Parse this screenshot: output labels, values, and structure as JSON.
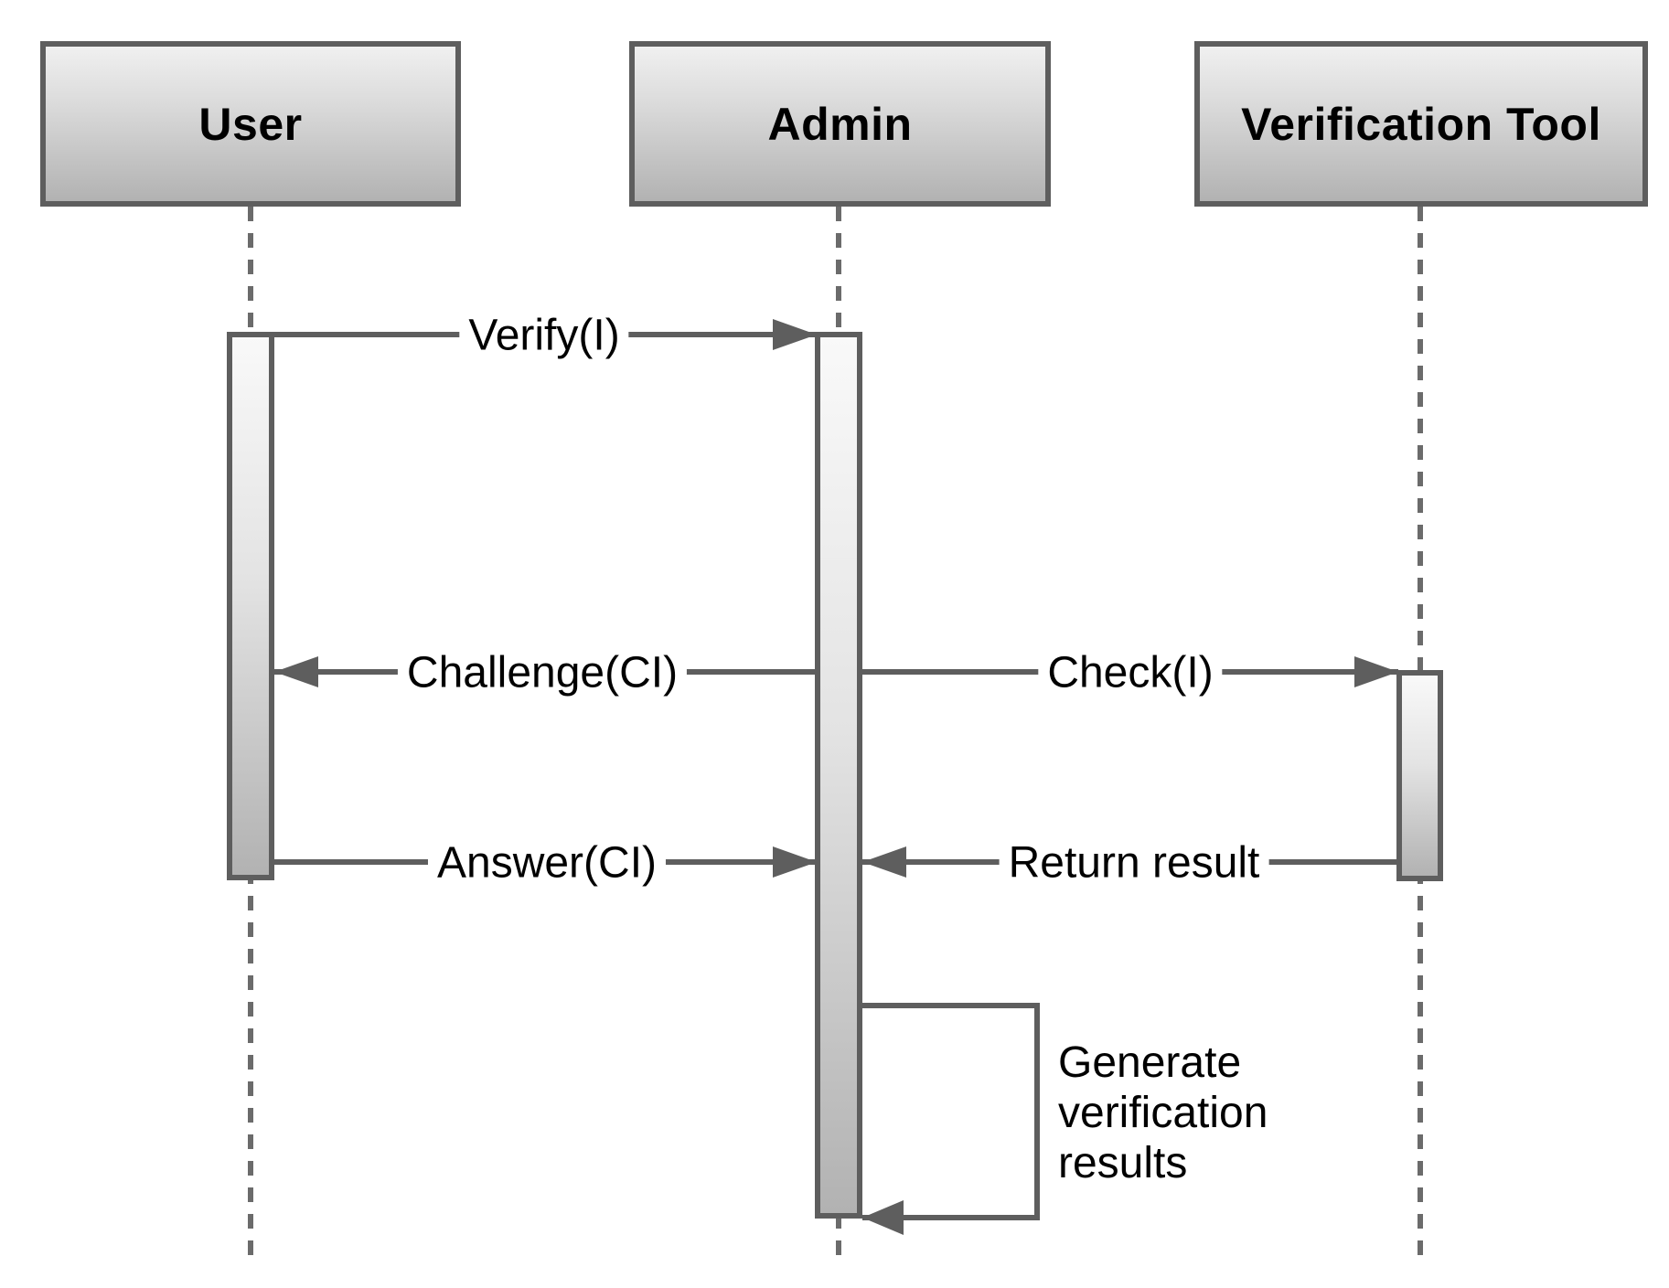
{
  "diagram": {
    "kind": "uml-sequence-diagram",
    "actors": [
      {
        "id": "user",
        "label": "User"
      },
      {
        "id": "admin",
        "label": "Admin"
      },
      {
        "id": "verification_tool",
        "label": "Verification Tool"
      }
    ],
    "messages": [
      {
        "label": "Verify(I)",
        "from": "User",
        "to": "Admin",
        "direction": "right"
      },
      {
        "label": "Challenge(CI)",
        "from": "Admin",
        "to": "User",
        "direction": "left"
      },
      {
        "label": "Check(I)",
        "from": "Admin",
        "to": "Verification Tool",
        "direction": "right"
      },
      {
        "label": "Answer(CI)",
        "from": "User",
        "to": "Admin",
        "direction": "right"
      },
      {
        "label": "Return result",
        "from": "Verification Tool",
        "to": "Admin",
        "direction": "left"
      },
      {
        "label": "Generate verification results",
        "from": "Admin",
        "to": "Admin",
        "direction": "self"
      }
    ],
    "colors": {
      "line": "#5e5e5e",
      "lifeline_dash": "#6b6b6b",
      "box_gradient_top": "#f0f0f0",
      "box_gradient_bottom": "#b2b2b2",
      "activation_gradient_top": "#f9f9f9",
      "activation_gradient_bottom": "#b2b2b2",
      "text": "#000000",
      "background": "#ffffff"
    }
  }
}
